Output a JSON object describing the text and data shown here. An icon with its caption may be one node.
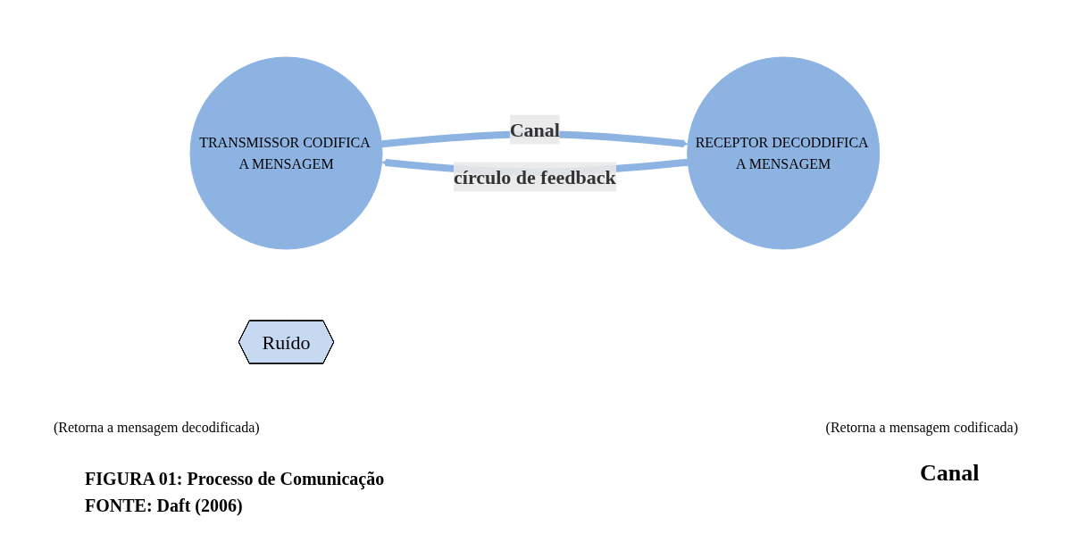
{
  "diagram": {
    "caption": "FIGURA 01: Processo de Comunicação",
    "nodes": [
      {
        "text": [
          "TRANSMISSOR CODIFICA A MENSAGEM"
        ]
      },
      {
        "text": [
          "RECEPTOR DECODDIFICA A MENSAGEM"
        ]
      },
      {
        "text": [
          "Ruído"
        ]
      }
    ],
    "edges": [
      {
        "from": 0,
        "to": 1,
        "arrow": "to",
        "label": "Canal"
      },
      {
        "from": 1,
        "to": 0,
        "arrow": "to",
        "label": "círculo de feedback"
      }
    ],
    "labels": [
      "(Retorna a mensagem decodificada)",
      "(Retorna a mensagem codificada)",
      "Canal",
      "FONTE: Daft (2006)"
    ]
  }
}
